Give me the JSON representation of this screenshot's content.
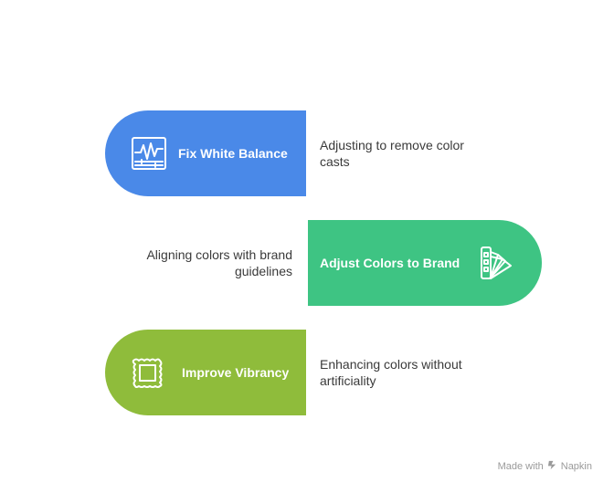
{
  "steps": [
    {
      "label": "Fix White Balance",
      "description": "Adjusting to remove color casts",
      "color": "#4a89e8",
      "icon": "waveform-monitor-icon"
    },
    {
      "label": "Adjust Colors to Brand",
      "description": "Aligning colors with brand guidelines",
      "color": "#3ec483",
      "icon": "color-swatches-icon"
    },
    {
      "label": "Improve Vibrancy",
      "description": "Enhancing colors without artificiality",
      "color": "#8fbc3b",
      "icon": "framed-square-icon"
    }
  ],
  "footer": {
    "made_with": "Made with",
    "brand": "Napkin"
  }
}
